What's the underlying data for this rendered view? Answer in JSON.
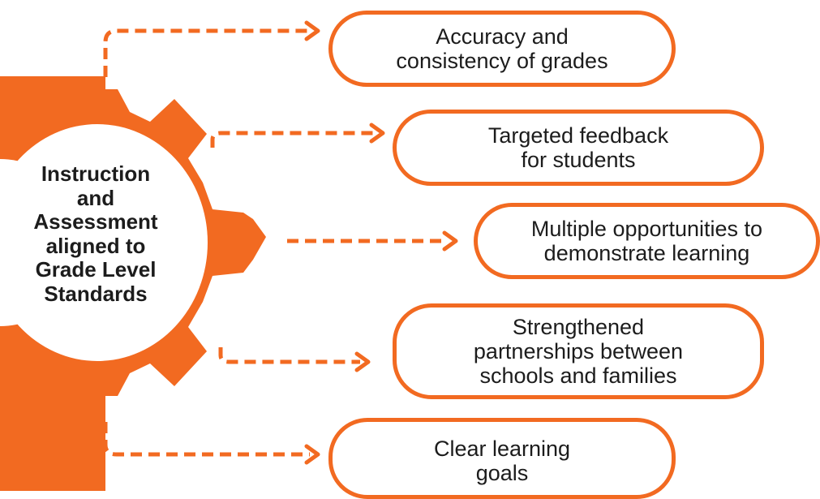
{
  "center": {
    "lines": [
      "Instruction",
      "and",
      "Assessment",
      "aligned to",
      "Grade Level",
      "Standards"
    ]
  },
  "outcomes": [
    {
      "lines": [
        "Accuracy and",
        "consistency of grades"
      ]
    },
    {
      "lines": [
        "Targeted feedback",
        "for students"
      ]
    },
    {
      "lines": [
        "Multiple opportunities to",
        "demonstrate learning"
      ]
    },
    {
      "lines": [
        "Strengthened",
        "partnerships between",
        "schools and families"
      ]
    },
    {
      "lines": [
        "Clear learning",
        "goals"
      ]
    }
  ],
  "colors": {
    "accent": "#f26a21",
    "text": "#1c1c1c",
    "background": "#ffffff"
  }
}
